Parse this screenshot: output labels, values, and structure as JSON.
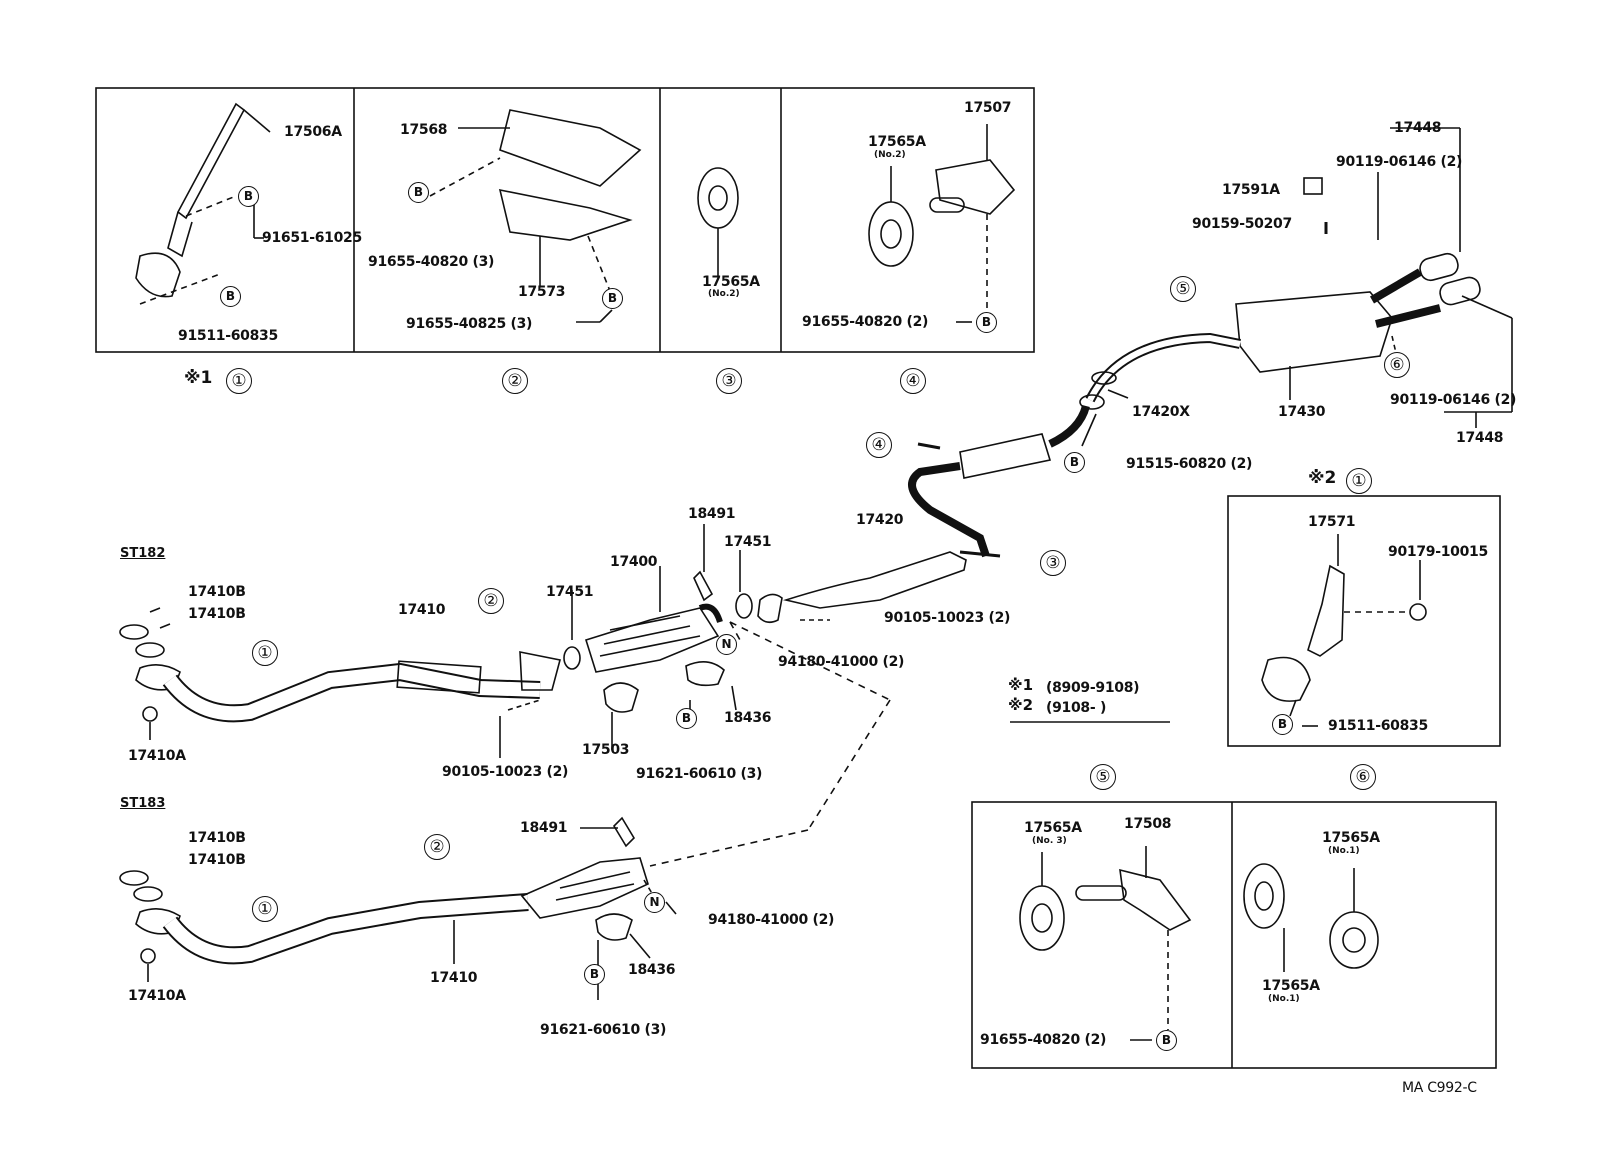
{
  "diagram_code": "MA C992-C",
  "models": [
    "ST182",
    "ST183"
  ],
  "legend": [
    {
      "mark": "※1",
      "range": "(8909-9108)"
    },
    {
      "mark": "※2",
      "range": "(9108-        )"
    }
  ],
  "callout_numbers": [
    "①",
    "②",
    "③",
    "④",
    "⑤",
    "⑥"
  ],
  "circled_letters": {
    "b": "B",
    "n": "N"
  },
  "captions": {
    "star1": "※1",
    "star2": "※2"
  },
  "inset_box_a": {
    "p1": "17506A",
    "p2": "91651-61025",
    "p3": "91511-60835",
    "p4": "17568",
    "p5": "91655-40820 (3)",
    "p6": "17573",
    "p7": "91655-40825 (3)",
    "p8": "17565A",
    "p8n": "(No.2)",
    "p9": "17565A",
    "p9n": "(No.2)",
    "p10": "17507",
    "p11": "91655-40820 (2)"
  },
  "main_labels": {
    "p17448a": "17448",
    "p90119a": "90119-06146 (2)",
    "p17591": "17591A",
    "p90159": "90159-50207",
    "p17430": "17430",
    "p90119b": "90119-06146 (2)",
    "p17448b": "17448",
    "p17420x": "17420X",
    "p91515": "91515-60820 (2)",
    "p17420": "17420",
    "p18491a": "18491",
    "p17451a": "17451",
    "p17400": "17400",
    "p17451b": "17451",
    "p90105a": "90105-10023 (2)",
    "p94180a": "94180-41000 (2)",
    "p18436a": "18436",
    "p17410a1": "17410B",
    "p17410a2": "17410B",
    "p17410": "17410",
    "p17410Aa": "17410A",
    "p90105b": "90105-10023 (2)",
    "p17503": "17503",
    "p91621a": "91621-60610 (3)",
    "p17410b1": "17410B",
    "p17410b2": "17410B",
    "p18491b": "18491",
    "p94180b": "94180-41000 (2)",
    "p17410Ab": "17410A",
    "p17410b": "17410",
    "p18436b": "18436",
    "p91621b": "91621-60610 (3)"
  },
  "inset_box_b": {
    "p17571": "17571",
    "p90179": "90179-10015",
    "p91511": "91511-60835"
  },
  "inset_box_c": {
    "p17565a3": "17565A",
    "p17565a3n": "(No. 3)",
    "p17508": "17508",
    "p91655": "91655-40820 (2)",
    "p17565a1": "17565A",
    "p17565a1n": "(No.1)",
    "p17565a1b": "17565A",
    "p17565a1bn": "(No.1)"
  }
}
